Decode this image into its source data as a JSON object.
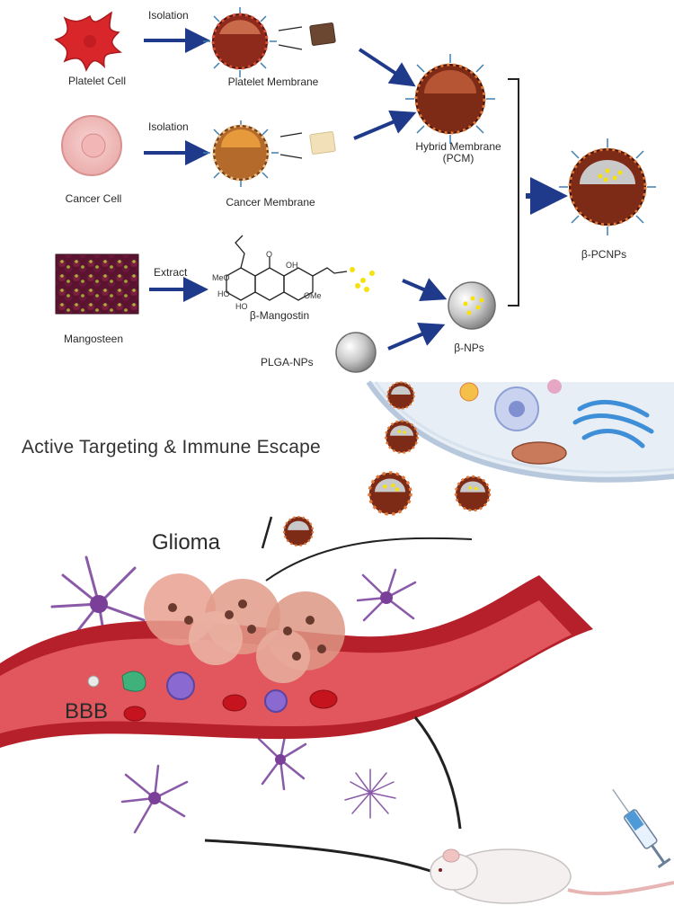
{
  "labels": {
    "platelet_cell": "Platelet Cell",
    "isolation_1": "Isolation",
    "platelet_membrane": "Platelet Membrane",
    "cancer_cell": "Cancer Cell",
    "isolation_2": "Isolation",
    "cancer_membrane": "Cancer Membrane",
    "hybrid_membrane_1": "Hybrid Membrane",
    "hybrid_membrane_2": "(PCM)",
    "b_pcnps": "β-PCNPs",
    "mangosteen": "Mangosteen",
    "extract": "Extract",
    "b_mangostin": "β-Mangostin",
    "plga_nps": "PLGA-NPs",
    "b_nps": "β-NPs",
    "active_targeting": "Active Targeting & Immune Escape",
    "glioma": "Glioma",
    "bbb": "BBB"
  },
  "chem_labels": {
    "meo_1": "MeO",
    "ho_1": "HO",
    "oh": "OH",
    "ome": "OMe",
    "ho_2": "HO",
    "o_top": "O"
  },
  "colors": {
    "arrow": "#1f3a8a",
    "platelet": "#d8262a",
    "membrane": "#8e2a1c",
    "vessel": "#b5202a",
    "astrocyte": "#8a5aa8",
    "drug_yellow": "#f4e20a"
  }
}
